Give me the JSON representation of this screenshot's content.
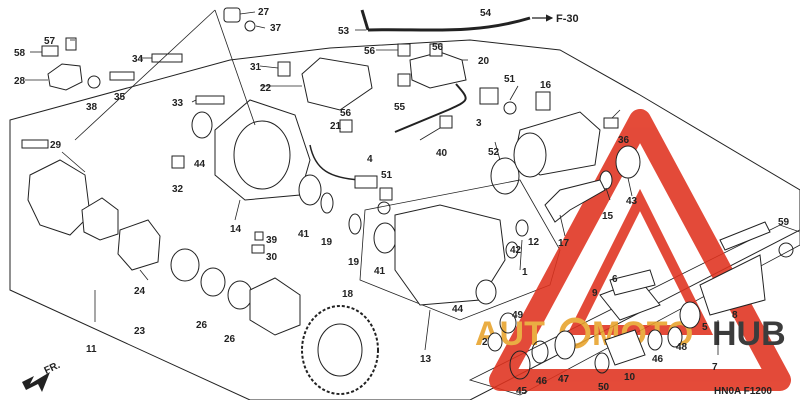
{
  "diagram": {
    "section_code": "F-30",
    "fr_label": "FR.",
    "footer_code": "HN0A F1200",
    "watermark": {
      "text_left": "AUT",
      "text_mid": "MOTO",
      "text_right": "HUB",
      "color_red": "#e0321e",
      "color_gold": "#e8a22a",
      "color_dark": "#222222"
    },
    "callouts": {
      "c27": "27",
      "c37": "37",
      "c53": "53",
      "c54": "54",
      "c57": "57",
      "c58": "58",
      "c28": "28",
      "c38": "38",
      "c35": "35",
      "c34": "34",
      "c31": "31",
      "c22": "22",
      "c56a": "56",
      "c56b": "56",
      "c56c": "56",
      "c20": "20",
      "c55": "55",
      "c51a": "51",
      "c16": "16",
      "c33": "33",
      "c21": "21",
      "c3": "3",
      "c36": "36",
      "c29": "29",
      "c44a": "44",
      "c4": "4",
      "c40": "40",
      "c52": "52",
      "c32": "32",
      "c51b": "51",
      "c15": "15",
      "c43": "43",
      "c14": "14",
      "c41a": "41",
      "c19a": "19",
      "c17": "17",
      "c39": "39",
      "c30": "30",
      "c19b": "19",
      "c41b": "41",
      "c42": "42",
      "c12": "12",
      "c1": "1",
      "c59": "59",
      "c24": "24",
      "c6": "6",
      "c23": "23",
      "c18": "18",
      "c9": "9",
      "c8": "8",
      "c26a": "26",
      "c26b": "26",
      "c44b": "44",
      "c5": "5",
      "c49": "49",
      "c2": "2",
      "c11": "11",
      "c13": "13",
      "c48": "48",
      "c46a": "46",
      "c46b": "46",
      "c7": "7",
      "c47": "47",
      "c45": "45",
      "c50": "50",
      "c10": "10"
    }
  }
}
